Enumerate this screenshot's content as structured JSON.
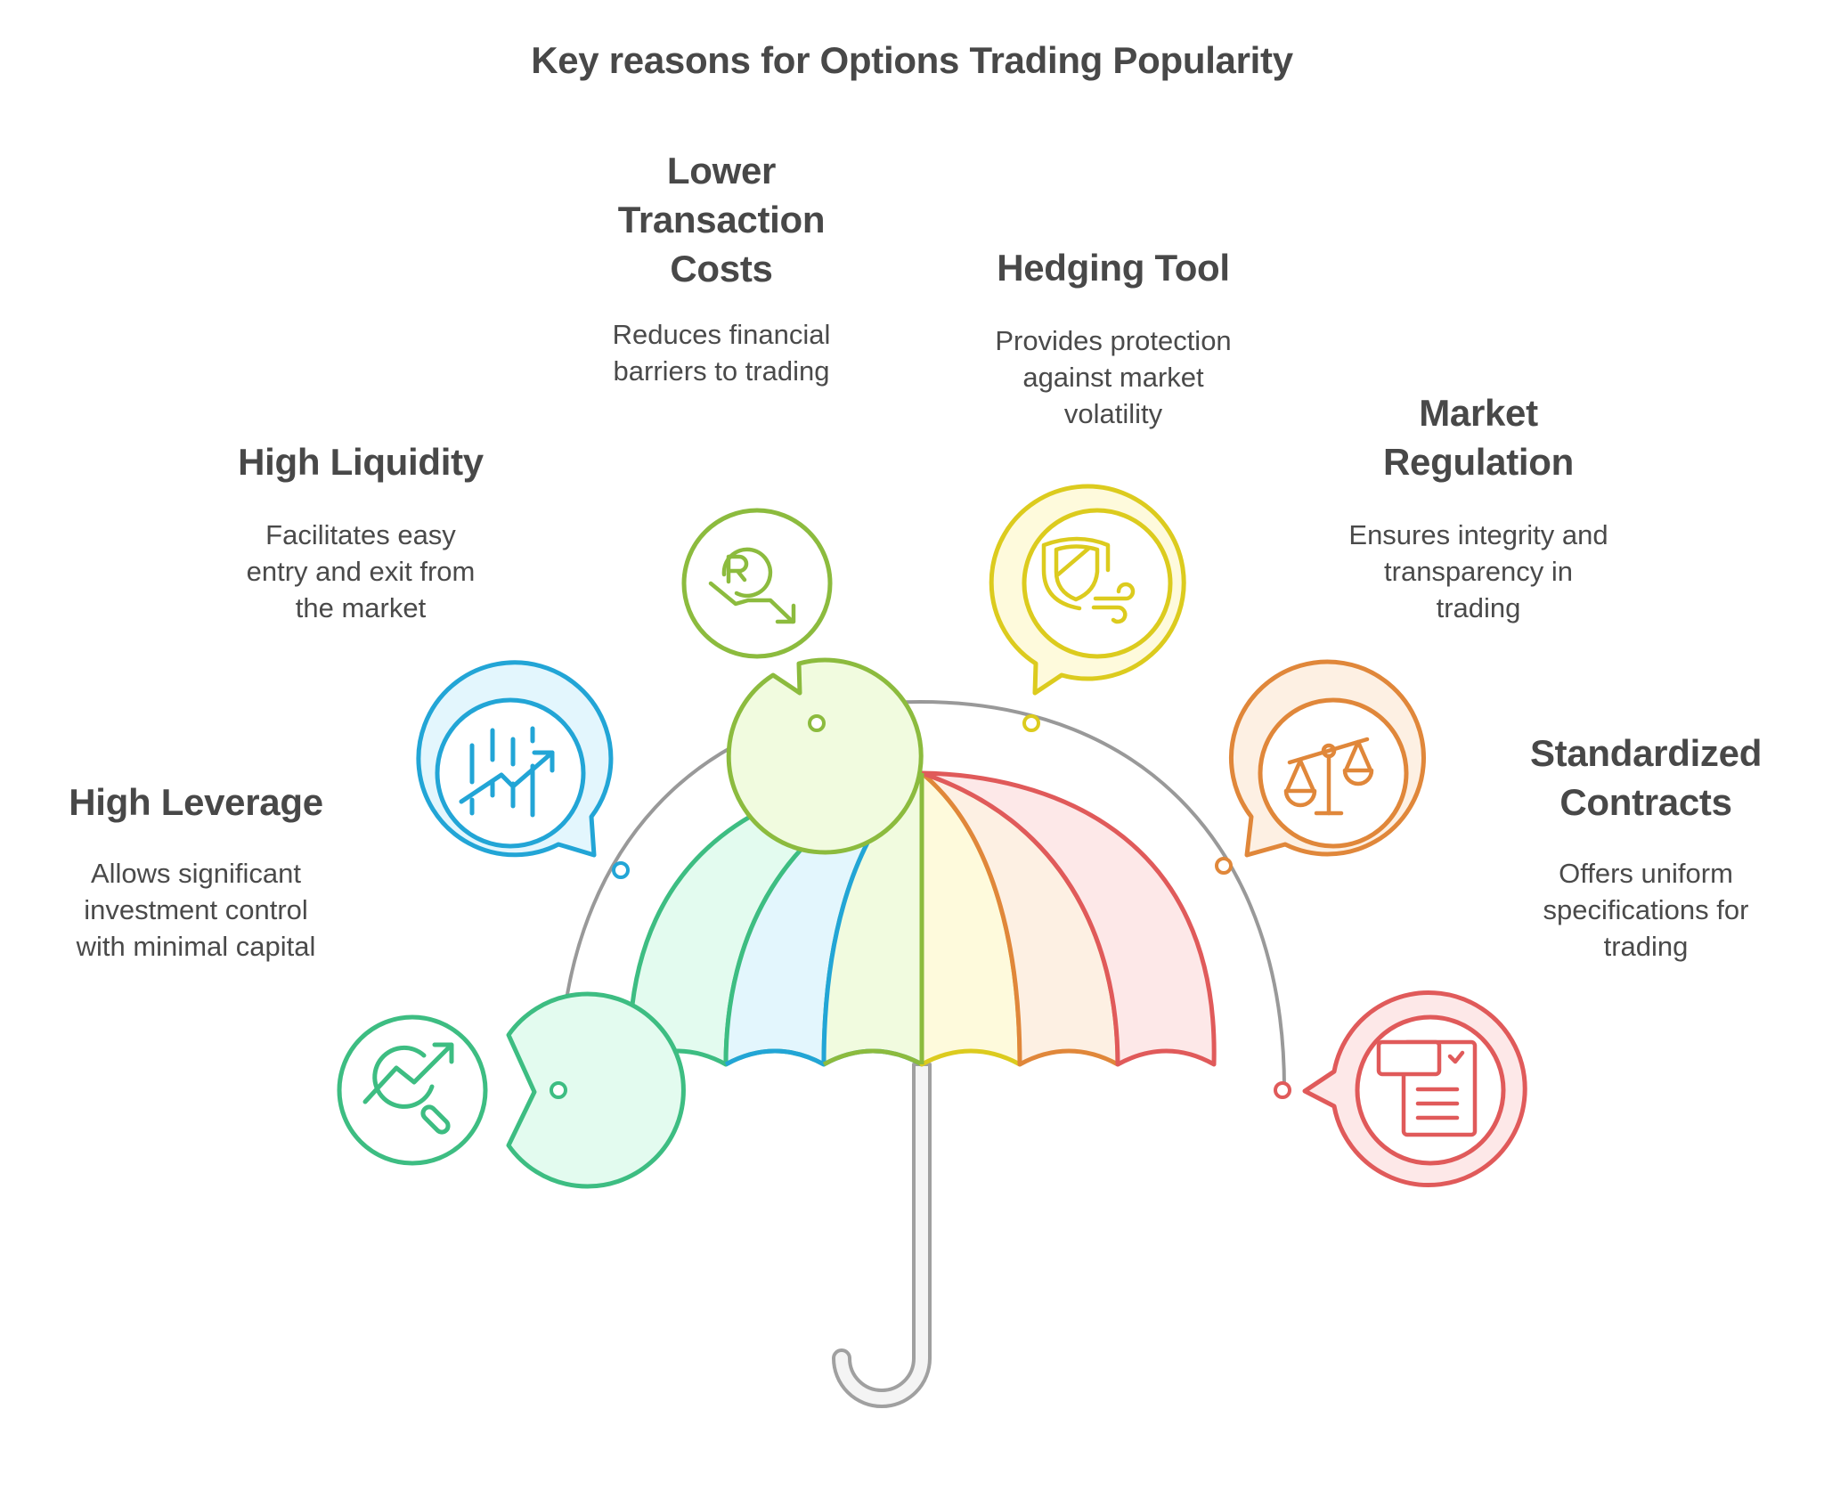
{
  "title": "Key reasons for Options Trading Popularity",
  "items": [
    {
      "id": "high-leverage",
      "title_lines": [
        "High Leverage"
      ],
      "desc_lines": [
        "Allows significant",
        "investment control",
        "with minimal capital"
      ],
      "icon": "chart-magnifier-icon",
      "color": "#3dbd82",
      "fill": "#e3fbef"
    },
    {
      "id": "high-liquidity",
      "title_lines": [
        "High Liquidity"
      ],
      "desc_lines": [
        "Facilitates easy",
        "entry and exit from",
        "the market"
      ],
      "icon": "candlestick-trend-icon",
      "color": "#22a5d6",
      "fill": "#e3f6fd"
    },
    {
      "id": "lower-transaction-costs",
      "title_lines": [
        "Lower",
        "Transaction",
        "Costs"
      ],
      "desc_lines": [
        "Reduces financial",
        "barriers to trading"
      ],
      "icon": "currency-down-icon",
      "color": "#8cbb3e",
      "fill": "#f1fbdf"
    },
    {
      "id": "hedging-tool",
      "title_lines": [
        "Hedging Tool"
      ],
      "desc_lines": [
        "Provides protection",
        "against market",
        "volatility"
      ],
      "icon": "shield-wind-icon",
      "color": "#dccb1e",
      "fill": "#fefadc"
    },
    {
      "id": "market-regulation",
      "title_lines": [
        "Market",
        "Regulation"
      ],
      "desc_lines": [
        "Ensures integrity and",
        "transparency in",
        "trading"
      ],
      "icon": "scales-icon",
      "color": "#e0873a",
      "fill": "#fdf0e3"
    },
    {
      "id": "standardized-contracts",
      "title_lines": [
        "Standardized",
        "Contracts"
      ],
      "desc_lines": [
        "Offers uniform",
        "specifications for",
        "trading"
      ],
      "icon": "document-check-icon",
      "color": "#e05a5a",
      "fill": "#fde8e8"
    }
  ],
  "umbrella": {
    "panel_colors": [
      "#3dbd82",
      "#22a5d6",
      "#8cbb3e",
      "#dccb1e",
      "#e0873a",
      "#e05a5a"
    ],
    "panel_fills": [
      "#e3fbef",
      "#e3f6fd",
      "#f1fbdf",
      "#fefadc",
      "#fdf0e3",
      "#fde8e8"
    ],
    "handle_color": "#a0a0a0",
    "handle_fill": "#f4f4f4",
    "arc_color": "#999999"
  }
}
